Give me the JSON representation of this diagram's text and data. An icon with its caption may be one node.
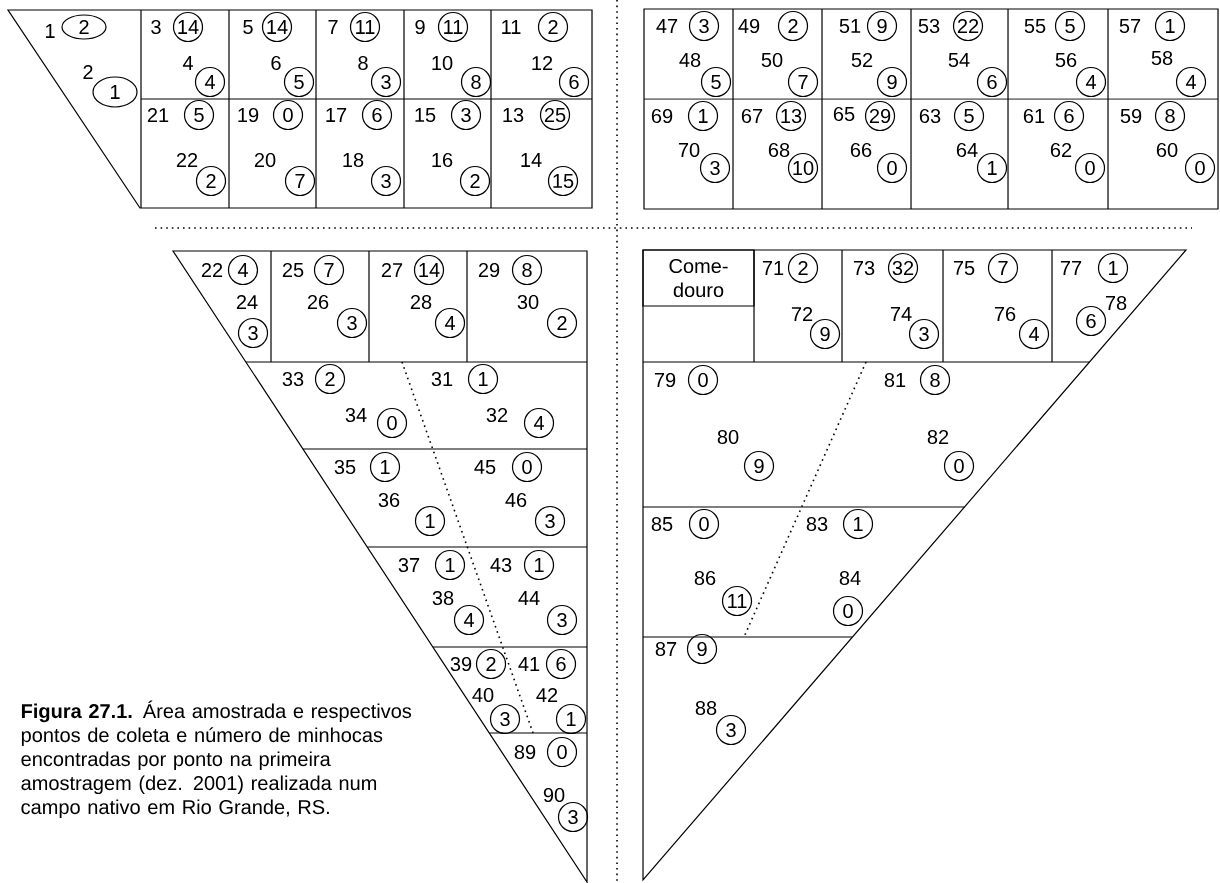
{
  "diagram": {
    "caption": "**Figura 27.1.** Área amostrada e respectivos pontos de coleta e número de minhocas encontradas por ponto na primeira amostragem (dez. 2001) realizada num campo nativo em Rio Grande, RS.",
    "nodes": [
      {
        "text": [
          "2"
        ],
        "beside": [
          "1"
        ]
      },
      {
        "text": [
          "1"
        ],
        "beside": [
          "2"
        ]
      },
      {
        "text": [
          "14"
        ],
        "beside": [
          "3"
        ]
      },
      {
        "text": [
          "4"
        ],
        "beside": [
          "4"
        ]
      },
      {
        "text": [
          "14"
        ],
        "beside": [
          "5"
        ]
      },
      {
        "text": [
          "5"
        ],
        "beside": [
          "6"
        ]
      },
      {
        "text": [
          "11"
        ],
        "beside": [
          "7"
        ]
      },
      {
        "text": [
          "3"
        ],
        "beside": [
          "8"
        ]
      },
      {
        "text": [
          "11"
        ],
        "beside": [
          "9"
        ]
      },
      {
        "text": [
          "8"
        ],
        "beside": [
          "10"
        ]
      },
      {
        "text": [
          "2"
        ],
        "beside": [
          "11"
        ]
      },
      {
        "text": [
          "6"
        ],
        "beside": [
          "12"
        ]
      },
      {
        "text": [
          "5"
        ],
        "beside": [
          "21"
        ]
      },
      {
        "text": [
          "2"
        ],
        "beside": [
          "22"
        ]
      },
      {
        "text": [
          "0"
        ],
        "beside": [
          "19"
        ]
      },
      {
        "text": [
          "7"
        ],
        "beside": [
          "20"
        ]
      },
      {
        "text": [
          "6"
        ],
        "beside": [
          "17"
        ]
      },
      {
        "text": [
          "3"
        ],
        "beside": [
          "18"
        ]
      },
      {
        "text": [
          "3"
        ],
        "beside": [
          "15"
        ]
      },
      {
        "text": [
          "2"
        ],
        "beside": [
          "16"
        ]
      },
      {
        "text": [
          "25"
        ],
        "beside": [
          "13"
        ]
      },
      {
        "text": [
          "15"
        ],
        "beside": [
          "14"
        ]
      },
      {
        "text": [
          "3"
        ],
        "beside": [
          "47"
        ]
      },
      {
        "text": [
          "5"
        ],
        "beside": [
          "48"
        ]
      },
      {
        "text": [
          "2"
        ],
        "beside": [
          "49"
        ]
      },
      {
        "text": [
          "7"
        ],
        "beside": [
          "50"
        ]
      },
      {
        "text": [
          "9"
        ],
        "beside": [
          "51"
        ]
      },
      {
        "text": [
          "9"
        ],
        "beside": [
          "52"
        ]
      },
      {
        "text": [
          "22"
        ],
        "beside": [
          "53"
        ]
      },
      {
        "text": [
          "6"
        ],
        "beside": [
          "54"
        ]
      },
      {
        "text": [
          "5"
        ],
        "beside": [
          "55"
        ]
      },
      {
        "text": [
          "4"
        ],
        "beside": [
          "56"
        ]
      },
      {
        "text": [
          "1"
        ],
        "beside": [
          "57"
        ]
      },
      {
        "text": [
          "4"
        ],
        "beside": [
          "58"
        ]
      },
      {
        "text": [
          "1"
        ],
        "beside": [
          "69"
        ]
      },
      {
        "text": [
          "3"
        ],
        "beside": [
          "70"
        ]
      },
      {
        "text": [
          "13"
        ],
        "beside": [
          "67"
        ]
      },
      {
        "text": [
          "10"
        ],
        "beside": [
          "68"
        ]
      },
      {
        "text": [
          "29"
        ],
        "beside": [
          "65"
        ]
      },
      {
        "text": [
          "0"
        ],
        "beside": [
          "66"
        ]
      },
      {
        "text": [
          "5"
        ],
        "beside": [
          "63"
        ]
      },
      {
        "text": [
          "1"
        ],
        "beside": [
          "64"
        ]
      },
      {
        "text": [
          "6"
        ],
        "beside": [
          "61"
        ]
      },
      {
        "text": [
          "0"
        ],
        "beside": [
          "62"
        ]
      },
      {
        "text": [
          "8"
        ],
        "beside": [
          "59"
        ]
      },
      {
        "text": [
          "0"
        ],
        "beside": [
          "60"
        ]
      },
      {
        "text": [
          "4"
        ],
        "beside": [
          "22"
        ]
      },
      {
        "text": [
          "3"
        ],
        "beside": [
          "24"
        ]
      },
      {
        "text": [
          "7"
        ],
        "beside": [
          "25"
        ]
      },
      {
        "text": [
          "3"
        ],
        "beside": [
          "26"
        ]
      },
      {
        "text": [
          "14"
        ],
        "beside": [
          "27"
        ]
      },
      {
        "text": [
          "4"
        ],
        "beside": [
          "28"
        ]
      },
      {
        "text": [
          "8"
        ],
        "beside": [
          "29"
        ]
      },
      {
        "text": [
          "2"
        ],
        "beside": [
          "30"
        ]
      },
      {
        "text": [
          "2"
        ],
        "beside": [
          "33"
        ]
      },
      {
        "text": [
          "0"
        ],
        "beside": [
          "34"
        ]
      },
      {
        "text": [
          "1"
        ],
        "beside": [
          "31"
        ]
      },
      {
        "text": [
          "4"
        ],
        "beside": [
          "32"
        ]
      },
      {
        "text": [
          "1"
        ],
        "beside": [
          "35"
        ]
      },
      {
        "text": [
          "1"
        ],
        "beside": [
          "36"
        ]
      },
      {
        "text": [
          "0"
        ],
        "beside": [
          "45"
        ]
      },
      {
        "text": [
          "3"
        ],
        "beside": [
          "46"
        ]
      },
      {
        "text": [
          "1"
        ],
        "beside": [
          "37"
        ]
      },
      {
        "text": [
          "4"
        ],
        "beside": [
          "38"
        ]
      },
      {
        "text": [
          "1"
        ],
        "beside": [
          "43"
        ]
      },
      {
        "text": [
          "3"
        ],
        "beside": [
          "44"
        ]
      },
      {
        "text": [
          "2"
        ],
        "beside": [
          "39"
        ]
      },
      {
        "text": [
          "3"
        ],
        "beside": [
          "40"
        ]
      },
      {
        "text": [
          "6"
        ],
        "beside": [
          "41"
        ]
      },
      {
        "text": [
          "1"
        ],
        "beside": [
          "42"
        ]
      },
      {
        "text": [
          "0"
        ],
        "beside": [
          "89"
        ]
      },
      {
        "text": [
          "3"
        ],
        "beside": [
          "90"
        ]
      },
      {
        "text": [
          "Come- douro"
        ]
      },
      {
        "text": [
          "2"
        ],
        "beside": [
          "71"
        ]
      },
      {
        "text": [
          "9"
        ],
        "beside": [
          "72"
        ]
      },
      {
        "text": [
          "32"
        ],
        "beside": [
          "73"
        ]
      },
      {
        "text": [
          "3"
        ],
        "beside": [
          "74"
        ]
      },
      {
        "text": [
          "7"
        ],
        "beside": [
          "75"
        ]
      },
      {
        "text": [
          "4"
        ],
        "beside": [
          "76"
        ]
      },
      {
        "text": [
          "1"
        ],
        "beside": [
          "77"
        ]
      },
      {
        "text": [
          "6"
        ],
        "beside": [
          "78"
        ]
      },
      {
        "text": [
          "0"
        ],
        "beside": [
          "79"
        ]
      },
      {
        "text": [
          "9"
        ],
        "beside": [
          "80"
        ]
      },
      {
        "text": [
          "8"
        ],
        "beside": [
          "81"
        ]
      },
      {
        "text": [
          "0"
        ],
        "beside": [
          "82"
        ]
      },
      {
        "text": [
          "0"
        ],
        "beside": [
          "85"
        ]
      },
      {
        "text": [
          "11"
        ],
        "beside": [
          "86"
        ]
      },
      {
        "text": [
          "1"
        ],
        "beside": [
          "83"
        ]
      },
      {
        "text": [
          "0"
        ],
        "beside": [
          "84"
        ]
      },
      {
        "text": [
          "9"
        ],
        "beside": [
          "87"
        ]
      },
      {
        "text": [
          "3"
        ],
        "beside": [
          "88"
        ]
      }
    ]
  }
}
